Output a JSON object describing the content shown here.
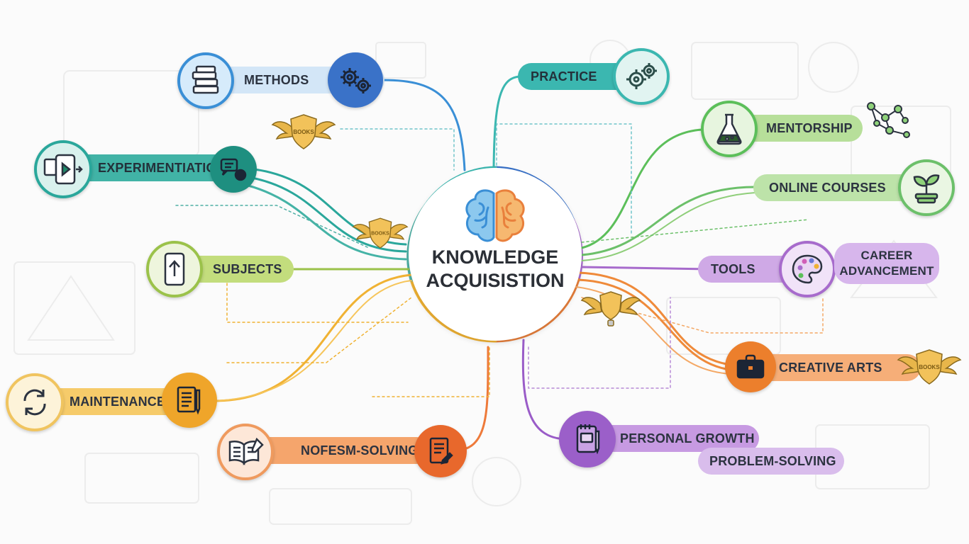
{
  "center": {
    "line1": "KNOWLEDGE",
    "line2": "ACQUISISTION",
    "icon": "brain-icon"
  },
  "nodes": {
    "methods": {
      "label": "METHODS",
      "color": "#3a8fd6",
      "icon": "books-icon",
      "icon2": "gears-icon"
    },
    "practice": {
      "label": "PRACTICE",
      "color": "#3bb7b0",
      "icon": "gears-icon"
    },
    "experimentation": {
      "label": "EXPERIMENTIATION",
      "color": "#2aa79b",
      "icon": "tablet-play-icon",
      "icon2": "chat-robot-icon"
    },
    "subjects": {
      "label": "SUBJECTS",
      "color": "#9bc24a",
      "icon": "phone-upload-icon"
    },
    "maintenance": {
      "label": "MAINTENANCE",
      "color": "#f0b233",
      "icon": "refresh-icon",
      "icon2": "notepad-icon"
    },
    "problem_solving_left": {
      "label": "NOFESM-SOLVING",
      "color": "#ee7a3a",
      "icon": "open-book-icon",
      "icon2": "document-icon"
    },
    "mentorship": {
      "label": "MENTORSHIP",
      "color": "#5cbf5a",
      "icon": "flask-icon",
      "icon2": "network-icon"
    },
    "online_courses": {
      "label": "ONLINE COURSES",
      "color": "#6cc06a",
      "icon": "plant-icon"
    },
    "tools": {
      "label": "TOOLS",
      "color": "#a76bcc",
      "icon": "palette-icon"
    },
    "career": {
      "line1": "CAREER",
      "line2": "ADVANCEMENT",
      "color": "#a76bcc"
    },
    "creative_arts": {
      "label": "CREATIVE ARTS",
      "color": "#ef8a3a",
      "icon": "briefcase-icon"
    },
    "personal_growth": {
      "label": "PERSONAL GROWTH",
      "color": "#9a5cc8",
      "icon": "notebook-icon"
    },
    "problem_solving_right": {
      "label": "PROBLEM-SOLVING",
      "color": "#b78ad6"
    }
  },
  "badges": [
    {
      "text": "BOOKS",
      "icon": "winged-shield-badge"
    },
    {
      "text": "BOOKS",
      "icon": "winged-shield-badge"
    },
    {
      "text": "",
      "icon": "winged-shield-bulb-badge"
    },
    {
      "text": "BOOKS",
      "icon": "winged-shield-badge"
    }
  ]
}
